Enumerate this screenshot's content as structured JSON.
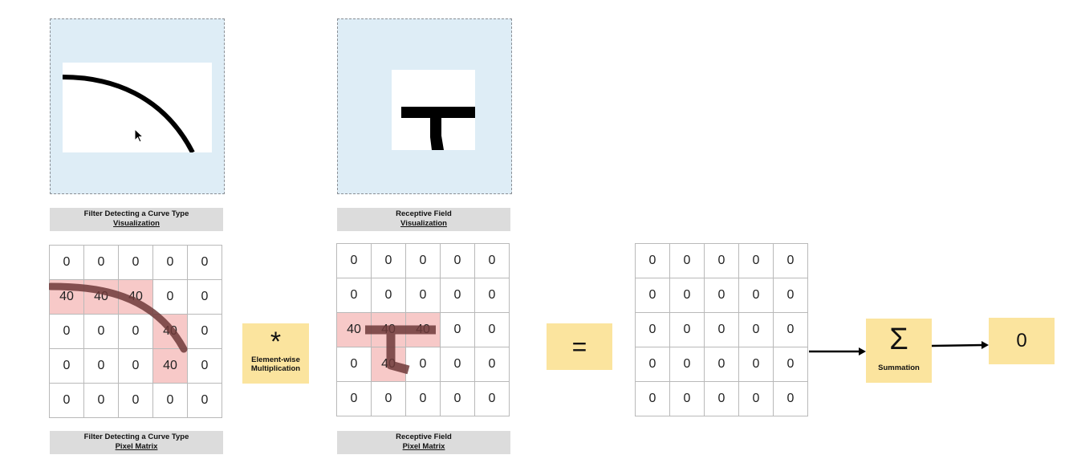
{
  "filter": {
    "viz_caption_line1": "Filter Detecting a Curve Type",
    "viz_caption_line2": "Visualization",
    "matrix_caption_line1": "Filter Detecting a Curve Type",
    "matrix_caption_line2": "Pixel Matrix",
    "matrix": [
      [
        "0",
        "0",
        "0",
        "0",
        "0"
      ],
      [
        "40",
        "40",
        "40",
        "0",
        "0"
      ],
      [
        "0",
        "0",
        "0",
        "40",
        "0"
      ],
      [
        "0",
        "0",
        "0",
        "40",
        "0"
      ],
      [
        "0",
        "0",
        "0",
        "0",
        "0"
      ]
    ]
  },
  "receptive": {
    "viz_caption_line1": "Receptive Field",
    "viz_caption_line2": "Visualization",
    "matrix_caption_line1": "Receptive Field",
    "matrix_caption_line2": "Pixel Matrix",
    "matrix": [
      [
        "0",
        "0",
        "0",
        "0",
        "0"
      ],
      [
        "0",
        "0",
        "0",
        "0",
        "0"
      ],
      [
        "40",
        "40",
        "40",
        "0",
        "0"
      ],
      [
        "0",
        "40",
        "0",
        "0",
        "0"
      ],
      [
        "0",
        "0",
        "0",
        "0",
        "0"
      ]
    ]
  },
  "multiply": {
    "symbol": "*",
    "label_line1": "Element-wise",
    "label_line2": "Multiplication"
  },
  "equals": {
    "symbol": "="
  },
  "result": {
    "matrix": [
      [
        "0",
        "0",
        "0",
        "0",
        "0"
      ],
      [
        "0",
        "0",
        "0",
        "0",
        "0"
      ],
      [
        "0",
        "0",
        "0",
        "0",
        "0"
      ],
      [
        "0",
        "0",
        "0",
        "0",
        "0"
      ],
      [
        "0",
        "0",
        "0",
        "0",
        "0"
      ]
    ]
  },
  "summation": {
    "symbol": "Σ",
    "label": "Summation"
  },
  "output": {
    "value": "0"
  }
}
